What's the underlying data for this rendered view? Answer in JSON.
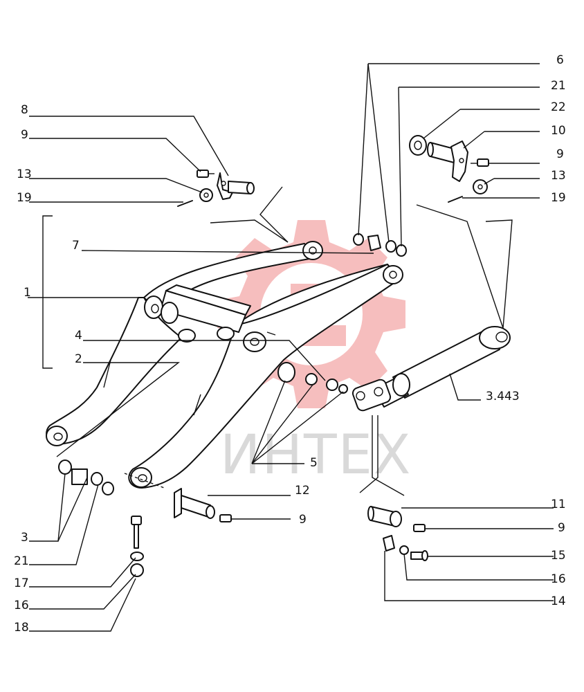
{
  "watermark": {
    "text": "ИНТЕХ",
    "gear_color": "#f5b3b3",
    "text_color": "#d9d9d9"
  },
  "callouts": {
    "c6": "6",
    "c21_top": "21",
    "c22": "22",
    "c10": "10",
    "c9_right": "9",
    "c13_right": "13",
    "c19_right": "19",
    "c8": "8",
    "c9_left": "9",
    "c13_left": "13",
    "c19_left": "19",
    "c7": "7",
    "c1": "1",
    "c4": "4",
    "c2": "2",
    "c3443": "3.443",
    "c5": "5",
    "c12": "12",
    "c9_mid": "9",
    "c11": "11",
    "c9_lower": "9",
    "c15": "15",
    "c16_right": "16",
    "c14": "14",
    "c3": "3",
    "c21_bottom": "21",
    "c17": "17",
    "c16_left": "16",
    "c18": "18"
  }
}
